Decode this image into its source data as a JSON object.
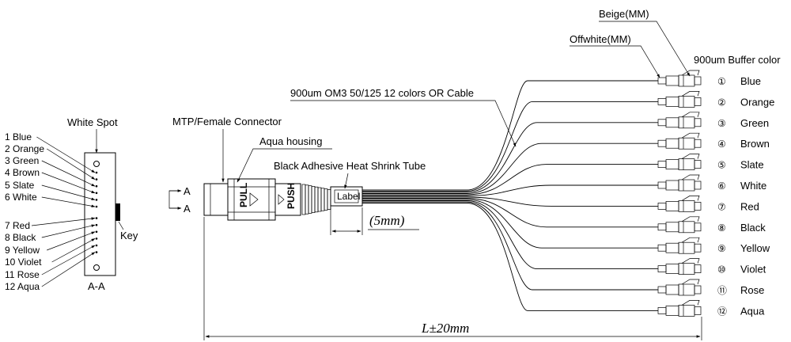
{
  "labels": {
    "mtp_connector": "MTP/Female Connector",
    "aqua_housing": "Aqua housing",
    "heat_shrink": "Black Adhesive Heat Shrink Tube",
    "cable": "900um OM3 50/125 12 colors OR Cable",
    "offwhite": "Offwhite(MM)",
    "beige": "Beige(MM)",
    "buffer_color": "900um Buffer color",
    "white_spot": "White Spot",
    "key": "Key",
    "section": "A-A",
    "section_mark_top": "A",
    "section_mark_bottom": "A",
    "label_box": "Label",
    "pull": "PULL",
    "push": "PUSH",
    "shrink_length": "(5mm)",
    "total_length": "L±20mm"
  },
  "fibers": [
    {
      "num": "①",
      "color": "Blue"
    },
    {
      "num": "②",
      "color": "Orange"
    },
    {
      "num": "③",
      "color": "Green"
    },
    {
      "num": "④",
      "color": "Brown"
    },
    {
      "num": "⑤",
      "color": "Slate"
    },
    {
      "num": "⑥",
      "color": "White"
    },
    {
      "num": "⑦",
      "color": "Red"
    },
    {
      "num": "⑧",
      "color": "Black"
    },
    {
      "num": "⑨",
      "color": "Yellow"
    },
    {
      "num": "⑩",
      "color": "Violet"
    },
    {
      "num": "⑪",
      "color": "Rose"
    },
    {
      "num": "⑫",
      "color": "Aqua"
    }
  ],
  "pinout": [
    {
      "label": "1 Blue"
    },
    {
      "label": "2 Orange"
    },
    {
      "label": "3 Green"
    },
    {
      "label": "4 Brown"
    },
    {
      "label": "5 Slate"
    },
    {
      "label": "6 White"
    },
    {
      "label": "7 Red"
    },
    {
      "label": "8 Black"
    },
    {
      "label": "9 Yellow"
    },
    {
      "label": "10 Violet"
    },
    {
      "label": "11 Rose"
    },
    {
      "label": "12 Aqua"
    }
  ]
}
